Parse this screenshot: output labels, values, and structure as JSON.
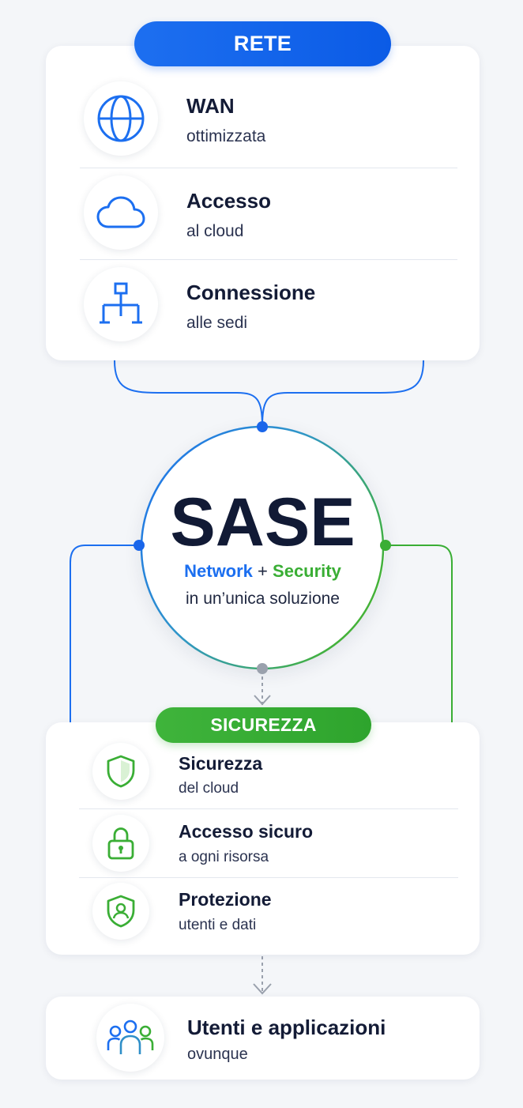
{
  "rete": {
    "label": "RETE",
    "items": [
      {
        "title": "WAN",
        "subtitle": "ottimizzata",
        "icon": "globe-icon"
      },
      {
        "title": "Accesso",
        "subtitle": "al cloud",
        "icon": "cloud-icon"
      },
      {
        "title": "Connessione",
        "subtitle": "alle sedi",
        "icon": "network-topology-icon"
      }
    ]
  },
  "sase": {
    "title": "SASE",
    "network": "Network",
    "plus": "+",
    "security": "Security",
    "tagline": "in un’unica soluzione"
  },
  "sicurezza": {
    "label": "SICUREZZA",
    "items": [
      {
        "title": "Sicurezza",
        "subtitle": "del cloud",
        "icon": "shield-icon"
      },
      {
        "title": "Accesso sicuro",
        "subtitle": "a ogni risorsa",
        "icon": "lock-icon"
      },
      {
        "title": "Protezione",
        "subtitle": "utenti e dati",
        "icon": "user-shield-icon"
      }
    ]
  },
  "utenti": {
    "title": "Utenti e applicazioni",
    "subtitle": "ovunque",
    "icon": "users-group-icon"
  },
  "colors": {
    "network_blue": "#1c6ff0",
    "security_green": "#3aae35",
    "text_dark": "#131b36",
    "connector_gray": "#9aa1ad"
  }
}
